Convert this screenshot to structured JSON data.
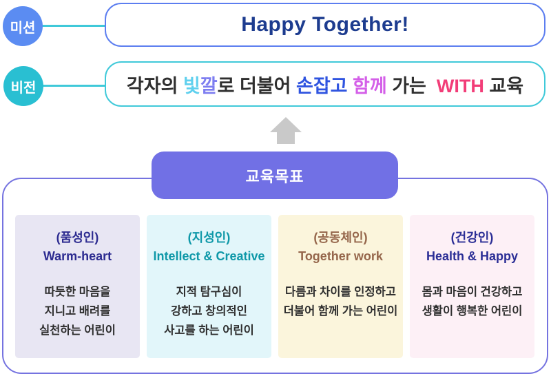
{
  "mission": {
    "badge_label": "미션",
    "title": "Happy Together!"
  },
  "vision": {
    "badge_label": "비전",
    "segments": [
      {
        "text": "각자의 ",
        "color": "#2f2f2f"
      },
      {
        "text": "빛",
        "color": "#5fd0ee"
      },
      {
        "text": "깔",
        "color": "#7d7df0"
      },
      {
        "text": "로 더불어 ",
        "color": "#2f2f2f"
      },
      {
        "text": "손잡고 ",
        "color": "#2f54e0"
      },
      {
        "text": "함께",
        "color": "#d45fe8"
      },
      {
        "text": " 가는  ",
        "color": "#2f2f2f"
      },
      {
        "text": "WITH",
        "color": "#f23d78"
      },
      {
        "text": " 교육",
        "color": "#2f2f2f"
      }
    ]
  },
  "goals": {
    "button_label": "교육목표",
    "cards": [
      {
        "tag": "(품성인)",
        "subtitle": "Warm-heart",
        "lines": [
          "따듯한 마음을",
          "지니고 배려를",
          "실천하는 어린이"
        ],
        "bg": "#e8e6f3",
        "fg": "#2c2b90"
      },
      {
        "tag": "(지성인)",
        "subtitle": "Intellect & Creative",
        "lines": [
          "지적 탐구심이",
          "강하고 창의적인",
          "사고를 하는 어린이"
        ],
        "bg": "#e2f6fa",
        "fg": "#0e98a8"
      },
      {
        "tag": "(공동체인)",
        "subtitle": "Together work",
        "lines": [
          "다름과 차이를 인정하고",
          "더불어 함께 가는 어린이"
        ],
        "bg": "#fbf5dc",
        "fg": "#95664b"
      },
      {
        "tag": "(건강인)",
        "subtitle": "Health & Happy",
        "lines": [
          "몸과 마음이 건강하고",
          "생활이 행복한 어린이"
        ],
        "bg": "#fdf0f6",
        "fg": "#2b2e96"
      }
    ]
  },
  "colors": {
    "mission_badge": "#5b8cf2",
    "mission_border": "#5c7ef0",
    "mission_text": "#1d3c8f",
    "vision_badge": "#29bfd2",
    "vision_border": "#3fc9d9",
    "connector": "#3fc9d9",
    "arrow": "#c9c9c9",
    "button_bg": "#7170e5",
    "container_border": "#7573e0"
  }
}
